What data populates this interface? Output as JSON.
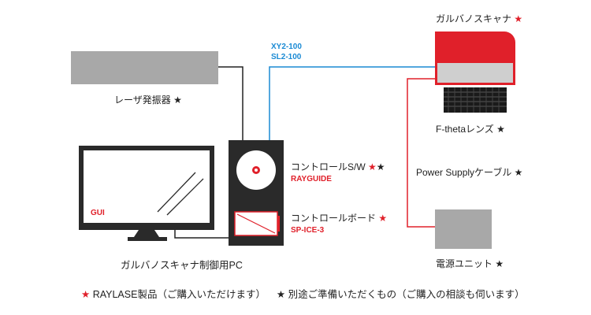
{
  "protocol": {
    "line1": "XY2-100",
    "line2": "SL2-100"
  },
  "laser": {
    "label": "レーザ発振器",
    "star": "★"
  },
  "scanner": {
    "label": "ガルバノスキャナ",
    "star": "★"
  },
  "lens": {
    "label": "F-thetaレンズ",
    "star": "★"
  },
  "power_cable": {
    "label": "Power Supplyケーブル",
    "star": "★"
  },
  "power_unit": {
    "label": "電源ユニット",
    "star": "★"
  },
  "controller_sw": {
    "label": "コントロールS/W",
    "star_red": "★",
    "star_black": "★",
    "product": "RAYGUIDE"
  },
  "controller_board": {
    "label": "コントロールボード",
    "star": "★",
    "product": "SP-ICE-3"
  },
  "pc": {
    "label": "ガルバノスキャナ制御用PC",
    "screen_text": "GUI"
  },
  "legend": {
    "red_star": "★",
    "red_text": "RAYLASE製品（ご購入いただけます）",
    "black_star": "★",
    "black_text": "別途ご準備いただくもの（ご購入の相談も伺います）"
  },
  "colors": {
    "red": "#e0202a",
    "blue": "#1a8ad4",
    "gray_device": "#a8a8a8",
    "dark": "#222222",
    "tower": "#2a2a2a"
  }
}
